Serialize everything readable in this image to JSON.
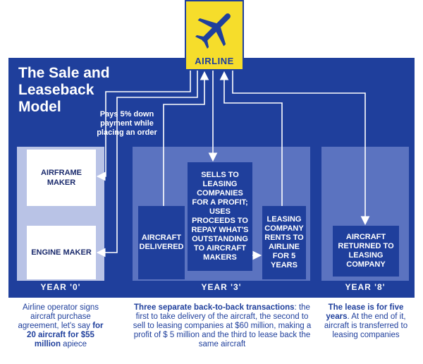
{
  "logo": {
    "label": "AIRLINE",
    "icon": "airplane-icon"
  },
  "title": {
    "line1": "The Sale and",
    "line2": "Leaseback",
    "line3": "Model"
  },
  "note": "Pays 5% down payment while placing an order",
  "year0": {
    "label": "YEAR '0'",
    "box1": "AIRFRAME MAKER",
    "box2": "ENGINE MAKER"
  },
  "year3": {
    "label": "YEAR '3'",
    "delivered": "AIRCRAFT DELIVERED",
    "sells": "SELLS TO LEASING COMPANIES FOR A PROFIT; USES PROCEEDS TO REPAY WHAT'S OUTSTANDING TO AIRCRAFT MAKERS",
    "rents": "LEASING COMPANY RENTS TO AIRLINE FOR 5 YEARS"
  },
  "year8": {
    "label": "YEAR '8'",
    "returned": "AIRCRAFT RETURNED TO LEASING COMPANY"
  },
  "captions": {
    "c0_pre": "Airline operator signs aircraft purchase agreement, let's say ",
    "c0_bold": "for 20 aircraft for $55 million",
    "c0_post": " apiece",
    "c3_bold": "Three separate back-to-back transactions",
    "c3_rest": ": the first to take delivery of the aircraft, the second to sell to leasing companies at $60 million, making a profit of $ 5 million and the third to lease back the same aircraft",
    "c8_bold": "The lease is for five years",
    "c8_rest": ". At the end of it, aircraft is transferred to leasing companies"
  },
  "colors": {
    "navy": "#1f3f9c",
    "yellow": "#f6dd2b",
    "light": "#b9c3e6",
    "mid": "#5b73c0"
  }
}
